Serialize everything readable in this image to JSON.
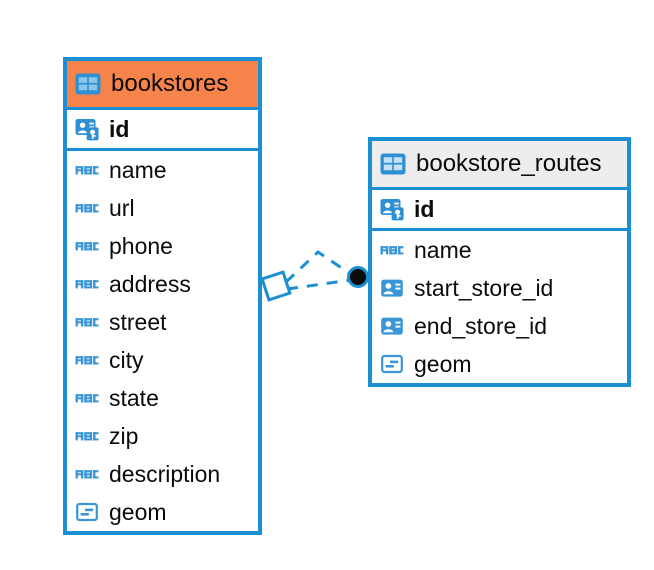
{
  "diagram": {
    "type": "entity-relationship-diagram",
    "background_color": "#ffffff",
    "accent_blue": "#1b8fd1",
    "accent_orange": "#f5834a",
    "header_gray": "#ededed",
    "text_color": "#0b0b0b"
  },
  "entities": [
    {
      "name": "bookstores",
      "header_icon": "table-icon",
      "header_color": "#f5834a",
      "primary_key": {
        "label": "id",
        "icon": "primary-key-icon"
      },
      "fields": [
        {
          "label": "name",
          "icon": "text-abc-icon"
        },
        {
          "label": "url",
          "icon": "text-abc-icon"
        },
        {
          "label": "phone",
          "icon": "text-abc-icon"
        },
        {
          "label": "address",
          "icon": "text-abc-icon"
        },
        {
          "label": "street",
          "icon": "text-abc-icon"
        },
        {
          "label": "city",
          "icon": "text-abc-icon"
        },
        {
          "label": "state",
          "icon": "text-abc-icon"
        },
        {
          "label": "zip",
          "icon": "text-abc-icon"
        },
        {
          "label": "description",
          "icon": "text-abc-icon"
        },
        {
          "label": "geom",
          "icon": "geometry-icon"
        }
      ]
    },
    {
      "name": "bookstore_routes",
      "header_icon": "table-icon",
      "header_color": "#ededed",
      "primary_key": {
        "label": "id",
        "icon": "primary-key-icon"
      },
      "fields": [
        {
          "label": "name",
          "icon": "text-abc-icon"
        },
        {
          "label": "start_store_id",
          "icon": "foreign-key-icon"
        },
        {
          "label": "end_store_id",
          "icon": "foreign-key-icon"
        },
        {
          "label": "geom",
          "icon": "geometry-icon"
        }
      ]
    }
  ],
  "relationship": {
    "style": "dashed",
    "color": "#1b8fd1",
    "source_marker": "diamond-marker",
    "target_marker": "circle-marker"
  }
}
